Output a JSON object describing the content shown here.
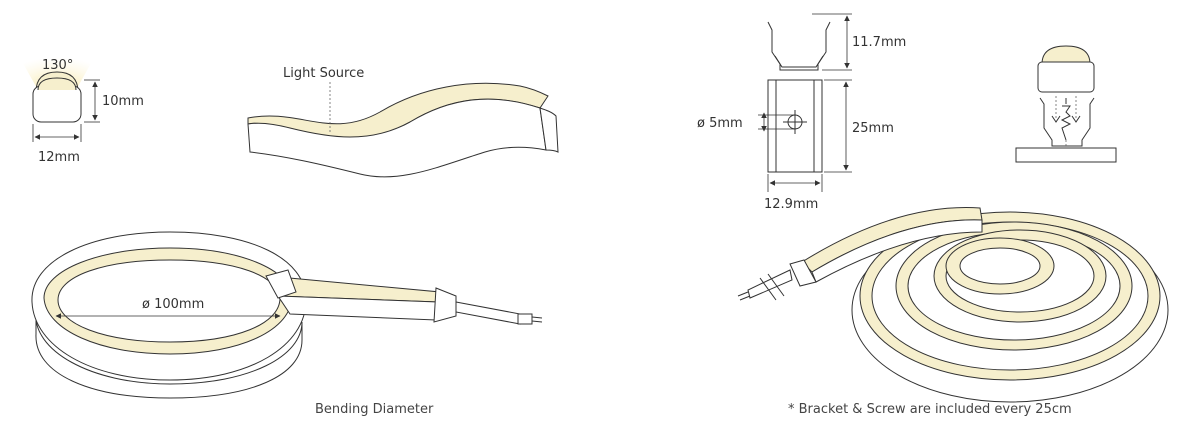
{
  "profile": {
    "beam_angle": "130°",
    "height": "10mm",
    "width": "12mm"
  },
  "light_source_label": "Light Source",
  "bracket": {
    "channel_height": "11.7mm",
    "hole_diameter": "ø 5mm",
    "length": "25mm",
    "width": "12.9mm"
  },
  "bending": {
    "diameter": "ø 100mm",
    "caption": "Bending Diameter"
  },
  "footnote": "* Bracket & Screw are included every 25cm",
  "colors": {
    "light": "#f6efcd",
    "glow": "#f8e59a",
    "line": "#333333"
  }
}
